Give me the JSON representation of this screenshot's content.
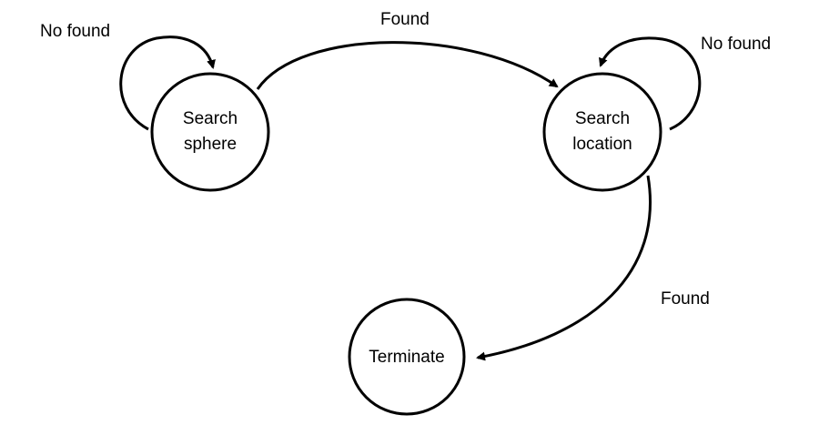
{
  "diagram": {
    "nodes": {
      "search_sphere": {
        "line1": "Search",
        "line2": "sphere"
      },
      "search_location": {
        "line1": "Search",
        "line2": "location"
      },
      "terminate": {
        "line1": "Terminate"
      }
    },
    "edges": {
      "self_loop_sphere": "No found",
      "sphere_to_location": "Found",
      "self_loop_location": "No found",
      "location_to_terminate": "Found"
    }
  },
  "colors": {
    "stroke": "#000000",
    "fill": "#ffffff",
    "text": "#000000"
  }
}
